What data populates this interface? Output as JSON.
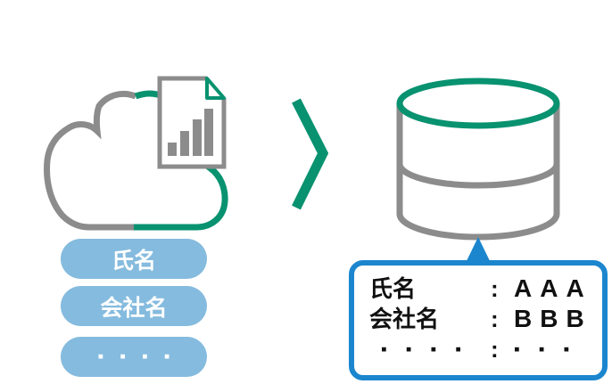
{
  "diagram": {
    "colors": {
      "accent_green": "#089270",
      "outline_gray": "#8C8C8C",
      "pill_blue": "#85BBDE",
      "callout_blue": "#1B86CE",
      "text_black": "#111111",
      "pill_text_white": "#ffffff"
    },
    "icons": {
      "cloud": "cloud-outline-icon",
      "document": "document-bar-chart-icon",
      "arrow": "chevron-right-icon",
      "database": "database-cylinder-icon",
      "pointer": "callout-pointer-icon"
    },
    "source_fields": {
      "items": [
        "氏名",
        "会社名",
        "▪▪▪▪"
      ]
    },
    "callout": {
      "rows": [
        {
          "label": "氏名",
          "separator": ":",
          "value": "AAA"
        },
        {
          "label": "会社名",
          "separator": ":",
          "value": "BBB"
        },
        {
          "label": "▪▪▪▪",
          "separator": ":",
          "value": "▪▪▪"
        }
      ]
    }
  }
}
